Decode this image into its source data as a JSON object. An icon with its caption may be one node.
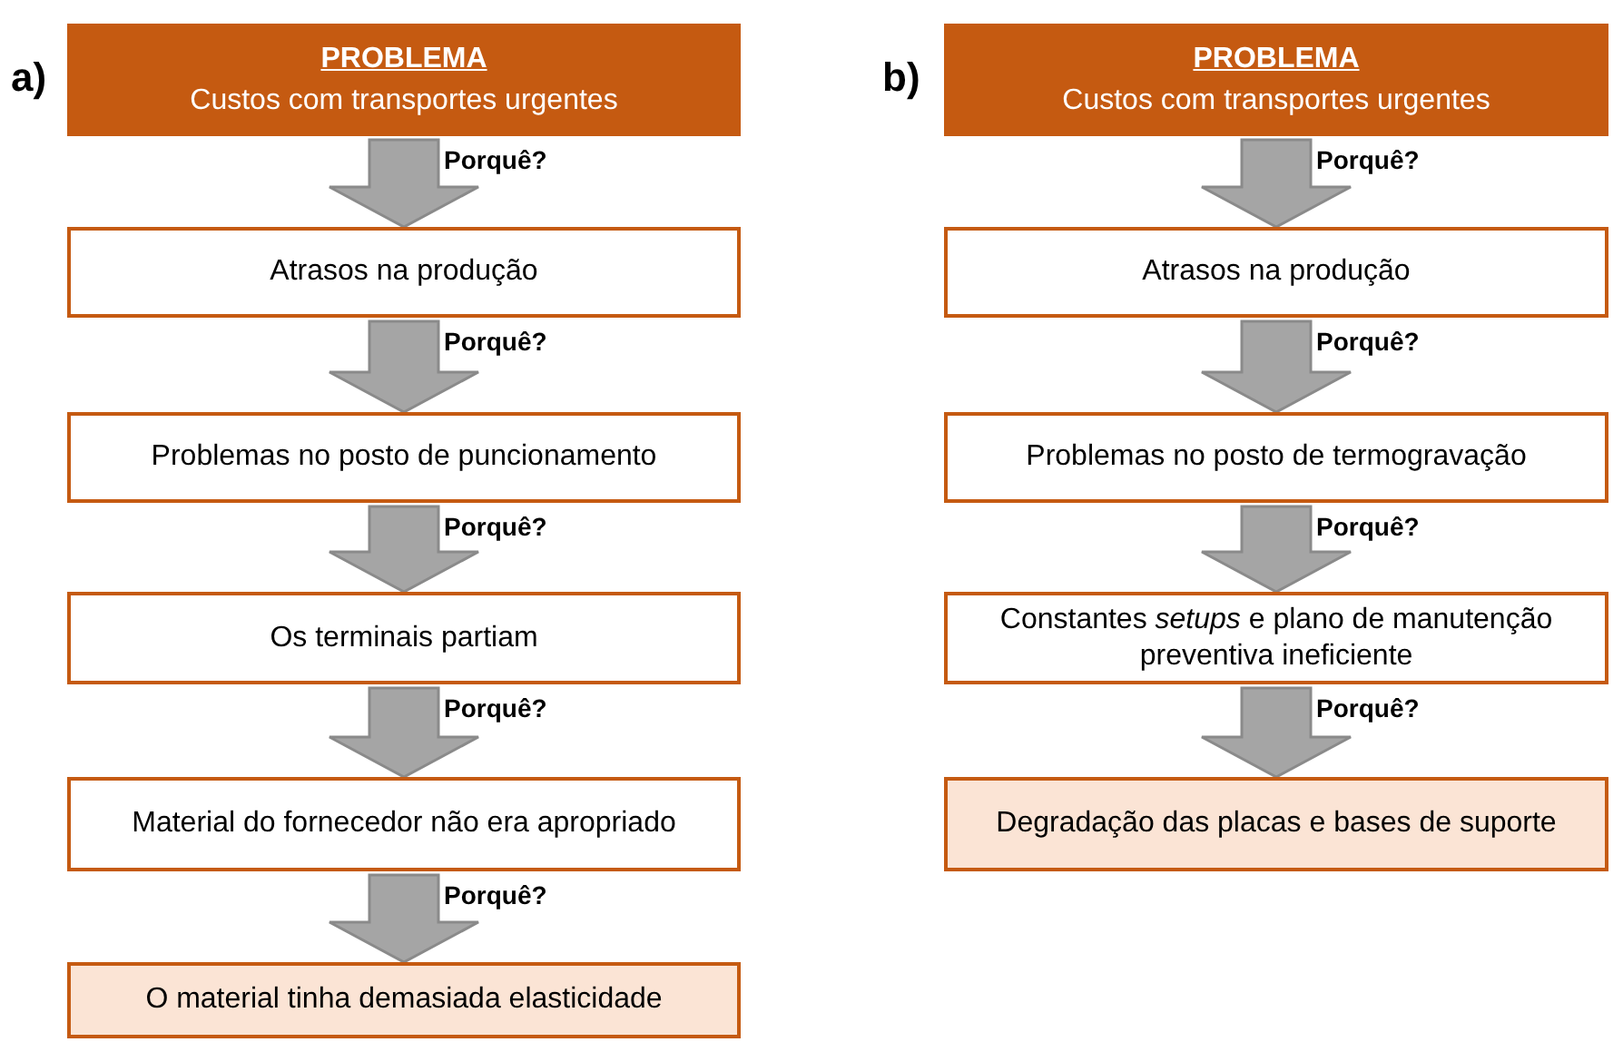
{
  "diagram": {
    "nodes": [
      {
        "text": [
          "PROBLEMA",
          "Custos com transportes urgentes"
        ]
      },
      {
        "text": [
          "Atrasos na produção"
        ]
      },
      {
        "text": [
          "Problemas no posto de puncionamento"
        ]
      },
      {
        "text": [
          "Os terminais partiam"
        ]
      },
      {
        "text": [
          "Material do fornecedor não era apropriado"
        ]
      },
      {
        "text": [
          "O material tinha demasiada elasticidade"
        ]
      },
      {
        "text": [
          "PROBLEMA",
          "Custos com transportes urgentes"
        ]
      },
      {
        "text": [
          "Atrasos na produção"
        ]
      },
      {
        "text": [
          "Problemas no posto de termogravação"
        ]
      },
      {
        "text": [
          "Constantes *setups* e plano de manutenção preventiva ineficiente"
        ]
      },
      {
        "text": [
          "Degradação das placas e bases de suporte"
        ]
      }
    ],
    "edges": [
      {
        "from": 0,
        "to": 1,
        "arrow": "to",
        "label": "Porquê?"
      },
      {
        "from": 1,
        "to": 2,
        "arrow": "to",
        "label": "Porquê?"
      },
      {
        "from": 2,
        "to": 3,
        "arrow": "to",
        "label": "Porquê?"
      },
      {
        "from": 3,
        "to": 4,
        "arrow": "to",
        "label": "Porquê?"
      },
      {
        "from": 4,
        "to": 5,
        "arrow": "to",
        "label": "Porquê?"
      },
      {
        "from": 6,
        "to": 7,
        "arrow": "to",
        "label": "Porquê?"
      },
      {
        "from": 7,
        "to": 8,
        "arrow": "to",
        "label": "Porquê?"
      },
      {
        "from": 8,
        "to": 9,
        "arrow": "to",
        "label": "Porquê?"
      },
      {
        "from": 9,
        "to": 10,
        "arrow": "to",
        "label": "Porquê?"
      }
    ],
    "labels": [
      "a)",
      "b)"
    ]
  }
}
